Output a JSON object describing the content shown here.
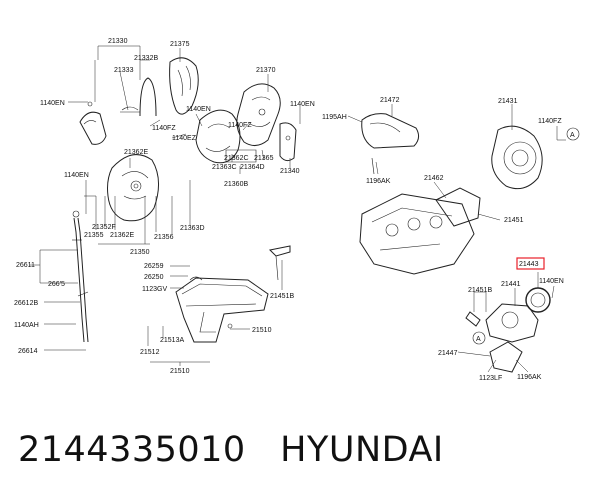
{
  "part_number": "2144335010",
  "brand": "HYUNDAI",
  "highlight_color": "#e8202a",
  "labels": {
    "l21330": "21330",
    "l21332B": "21332B",
    "l21333": "21333",
    "l21375": "21375",
    "l21370": "21370",
    "l1140EN_a": "1140EN",
    "l1140EN_b": "1140EN",
    "l1140EN_c": "1140EN",
    "l1140EN_d": "1140EN",
    "l1140EN_e": "1140EN",
    "l1140FZ_a": "1140FZ",
    "l1140FZ_b": "1140FZ",
    "l1140FZ_c": "1140FZ",
    "l1140EZ": "1140EZ",
    "l21362E_a": "21362E",
    "l21362E_b": "21362E",
    "l21362C": "21362C",
    "l21363C": "21363C",
    "l21365": "21365",
    "l21364D": "21364D",
    "l21360B": "21360B",
    "l21340": "21340",
    "l21472": "21472",
    "l1195AH": "1195AH",
    "l1196AK_a": "1196AK",
    "l1196AK_b": "1196AK",
    "l21431": "21431",
    "l21462": "21462",
    "l21451": "21451",
    "l21352F": "21352F",
    "l21355": "21355",
    "l21356": "21356",
    "l21363D": "21363D",
    "l21350": "21350",
    "l26611": "26611",
    "l26615": "266'5",
    "l26612B": "26612B",
    "l1140AH": "1140AH",
    "l26614": "26614",
    "l26259": "26259",
    "l26250": "26250",
    "l1123GV": "1123GV",
    "l21451B_a": "21451B",
    "l21451B_b": "21451B",
    "l21512": "21512",
    "l21513A": "21513A",
    "l21510_a": "21510",
    "l21510_b": "21510",
    "l21443": "21443",
    "l21441": "21441",
    "l21447": "21447",
    "l1123LF": "1123LF",
    "A1": "A",
    "A2": "A"
  }
}
